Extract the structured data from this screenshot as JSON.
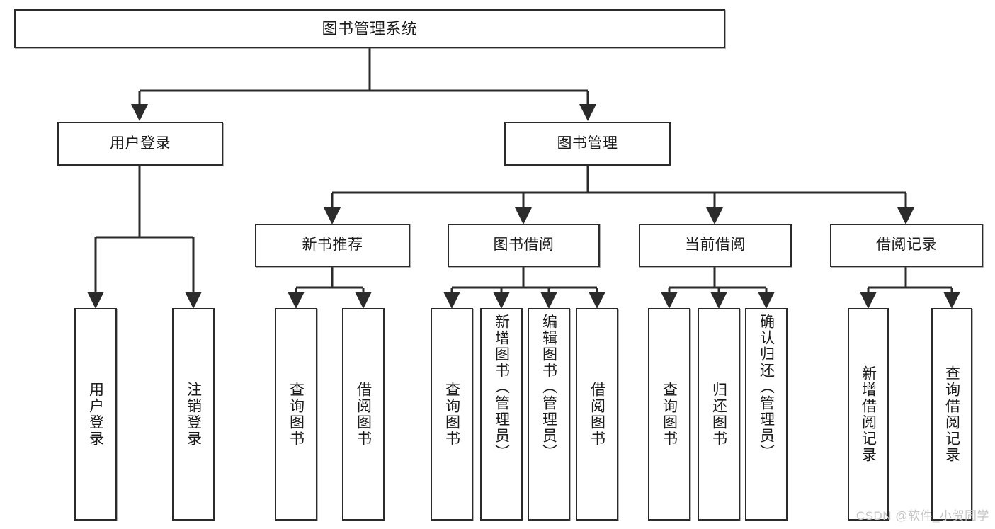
{
  "diagram": {
    "title": "图书管理系统",
    "type": "tree-hierarchy",
    "root": {
      "label": "图书管理系统"
    },
    "level2": [
      {
        "label": "用户登录"
      },
      {
        "label": "图书管理"
      }
    ],
    "level3": [
      {
        "label": "新书推荐"
      },
      {
        "label": "图书借阅"
      },
      {
        "label": "当前借阅"
      },
      {
        "label": "借阅记录"
      }
    ],
    "leaves": {
      "user_login": [
        {
          "label": "用户登录"
        },
        {
          "label": "注销登录"
        }
      ],
      "new_book_recommend": [
        {
          "label": "查询图书"
        },
        {
          "label": "借阅图书"
        }
      ],
      "book_borrow": [
        {
          "label": "查询图书"
        },
        {
          "label": "新增图书（管理员）"
        },
        {
          "label": "编辑图书（管理员）"
        },
        {
          "label": "借阅图书"
        }
      ],
      "current_borrow": [
        {
          "label": "查询图书"
        },
        {
          "label": "归还图书"
        },
        {
          "label": "确认归还（管理员）"
        }
      ],
      "borrow_record": [
        {
          "label": "新增借阅记录"
        },
        {
          "label": "查询借阅记录"
        }
      ]
    }
  },
  "watermark": {
    "text": "CSDN @软件_小贺同学"
  },
  "colors": {
    "stroke": "#2b2b2b",
    "fill": "#ffffff",
    "text": "#1a1a1a",
    "watermark": "#c6c6c6"
  }
}
